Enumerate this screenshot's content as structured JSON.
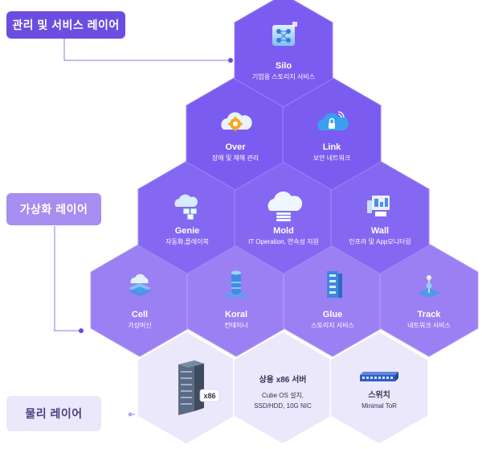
{
  "layers": {
    "management": "관리 및 서비스 레이어",
    "virtualization": "가상화 레이어",
    "physical": "물리 레이어"
  },
  "hexes": {
    "silo": {
      "title": "Silo",
      "subtitle": "기업용 스토리지 서비스",
      "icon": "cube-network-icon"
    },
    "over": {
      "title": "Over",
      "subtitle": "장애 및 재해 관리",
      "icon": "cloud-gear-icon"
    },
    "link": {
      "title": "Link",
      "subtitle": "보안 네트워크",
      "icon": "cloud-lock-icon"
    },
    "genie": {
      "title": "Genie",
      "subtitle": "자동화,플레이북",
      "icon": "cloud-boxes-icon"
    },
    "mold": {
      "title": "Mold",
      "subtitle": "IT Operation, 연속성 지원",
      "icon": "cloud-stack-icon"
    },
    "wall": {
      "title": "Wall",
      "subtitle": "인프라 및 App모니터링",
      "icon": "monitor-dashboard-icon"
    },
    "cell": {
      "title": "Cell",
      "subtitle": "가상머신",
      "icon": "cloud-layers-icon"
    },
    "koral": {
      "title": "Koral",
      "subtitle": "컨테이너",
      "icon": "container-cylinder-icon"
    },
    "glue": {
      "title": "Glue",
      "subtitle": "스토리지 서비스",
      "icon": "storage-tower-icon"
    },
    "track": {
      "title": "Track",
      "subtitle": "네트워크 서비스",
      "icon": "network-node-icon"
    }
  },
  "physical": {
    "server": {
      "badge": "x86",
      "icon": "server-rack-icon"
    },
    "storage": {
      "title": "상용 x86 서버",
      "line1": "Cube OS 설치,",
      "line2": "SSD/HDD, 10G NIC"
    },
    "switch": {
      "title": "스위치",
      "subtitle": "Minimal ToR",
      "icon": "network-switch-icon"
    }
  },
  "colors": {
    "hex_top": "#7b5cf0",
    "hex_mid": "#8468f2",
    "hex_bottom_row": "#9a80f3",
    "hex_physical": "#ebe8fb",
    "accent": "#6b4de0",
    "connector": "#8d7ae6"
  }
}
